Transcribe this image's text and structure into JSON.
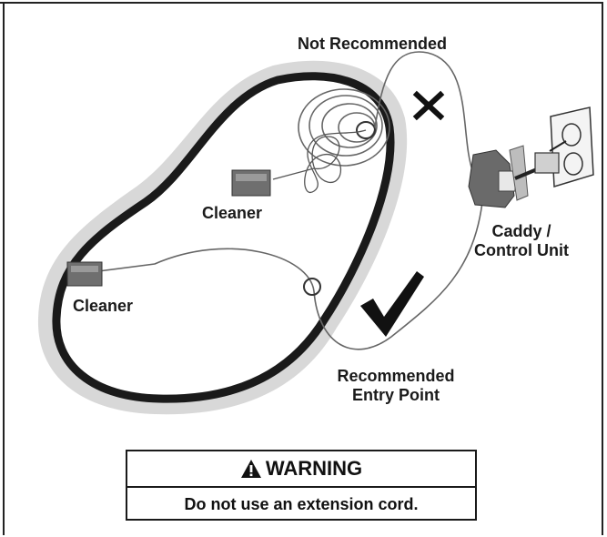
{
  "labels": {
    "not_recommended": "Not Recommended",
    "cleaner_top": "Cleaner",
    "cleaner_left": "Cleaner",
    "caddy_line1": "Caddy /",
    "caddy_line2": "Control Unit",
    "recommended_line1": "Recommended",
    "recommended_line2": "Entry Point"
  },
  "warning": {
    "title": "WARNING",
    "text": "Do not use an extension cord."
  },
  "icons": {
    "not_recommended_mark": "x-mark-icon",
    "recommended_mark": "check-mark-icon",
    "warning_symbol": "warning-triangle-icon"
  }
}
